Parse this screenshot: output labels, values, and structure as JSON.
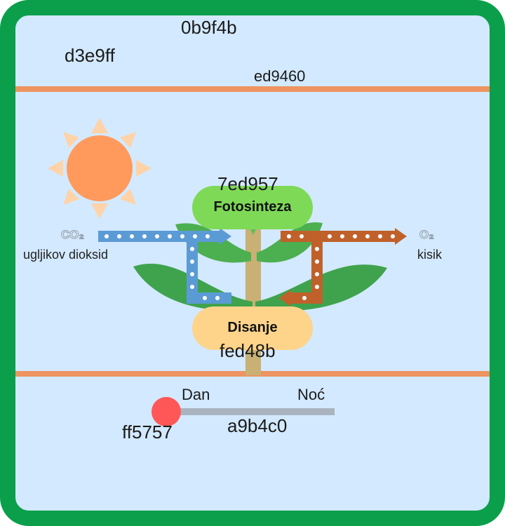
{
  "colors": {
    "frame": "#0b9f4b",
    "background": "#d3e9ff",
    "divider": "#ed9460",
    "photosynthesis_pill": "#7ed957",
    "respiration_pill": "#fed48b",
    "slider_track": "#a9b4c0",
    "slider_knob": "#ff5757",
    "sun": "#ff9a5c",
    "sun_rays": "#ffd3a8",
    "co2_arrow": "#5b9bd5",
    "o2_arrow": "#c0612b",
    "leaf": "#4caf50",
    "stem": "#c9b074"
  },
  "color_labels": {
    "frame": "0b9f4b",
    "background": "d3e9ff",
    "divider": "ed9460",
    "photosynthesis": "7ed957",
    "respiration": "fed48b",
    "slider_knob": "ff5757",
    "slider_track": "a9b4c0"
  },
  "labels": {
    "co2_formula": "CO₂",
    "co2_name": "ugljikov dioksid",
    "o2_formula": "O₂",
    "o2_name": "kisik",
    "photosynthesis": "Fotosinteza",
    "respiration": "Disanje"
  },
  "slider": {
    "label_day": "Dan",
    "label_night": "Noć",
    "value": 0
  },
  "icons": {
    "sun": "sun-icon",
    "plant": "plant-icon"
  }
}
